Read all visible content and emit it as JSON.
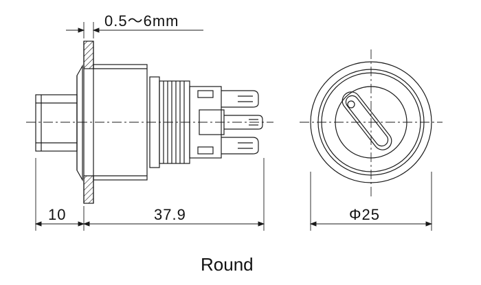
{
  "colors": {
    "line": "#1a1a1a",
    "background": "#ffffff"
  },
  "dimensions": {
    "panel_thickness": "0.5～6mm",
    "actuator_length": "10",
    "body_length": "37.9",
    "diameter": "Φ25"
  },
  "caption": "Round"
}
